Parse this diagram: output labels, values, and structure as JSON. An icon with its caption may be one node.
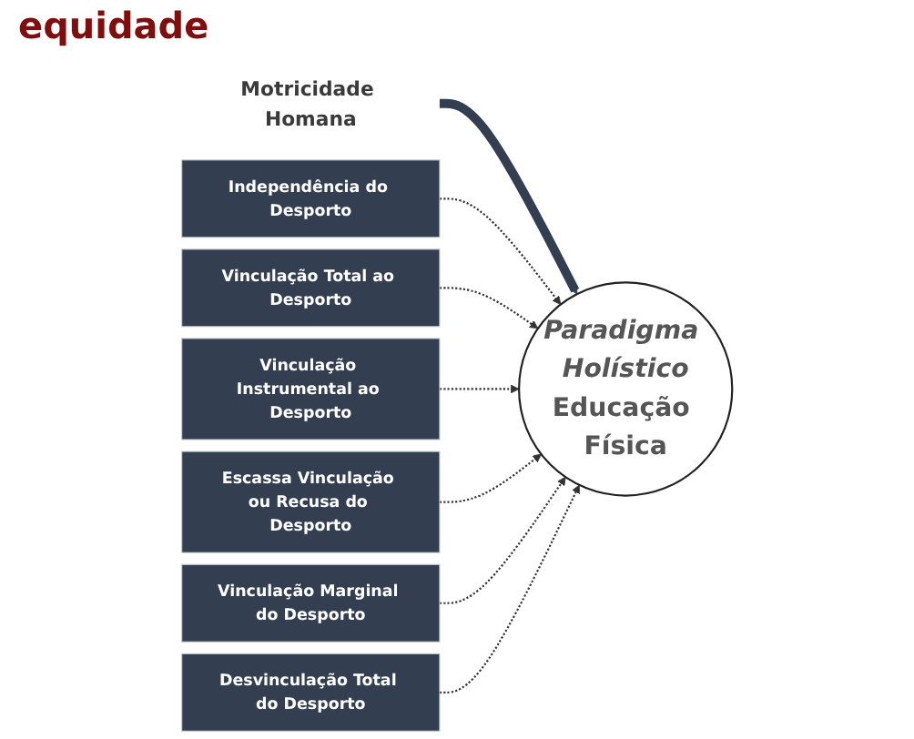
{
  "diagram": {
    "nodes": [
      {
        "text": [
          "Motricidade Homana"
        ]
      },
      {
        "text": [
          "Independência do Desporto"
        ]
      },
      {
        "text": [
          "Vinculação Total ao Desporto"
        ]
      },
      {
        "text": [
          "Vinculação Instrumental ao Desporto"
        ]
      },
      {
        "text": [
          "Escassa Vinculação ou Recusa do Desporto"
        ]
      },
      {
        "text": [
          "Vinculação Marginal do Desporto"
        ]
      },
      {
        "text": [
          "Desvinculação Total do Desporto"
        ]
      },
      {
        "text": [
          "Paradigma Holístico",
          "Educação Física"
        ]
      }
    ],
    "edges": [
      {
        "from": 0,
        "to": 7,
        "arrow": "to",
        "style": "thick",
        "color": "#333f50"
      },
      {
        "from": 1,
        "to": 7,
        "arrow": "to",
        "style": "dashed"
      },
      {
        "from": 2,
        "to": 7,
        "arrow": "to",
        "style": "dashed"
      },
      {
        "from": 3,
        "to": 7,
        "arrow": "to",
        "style": "dashed"
      },
      {
        "from": 4,
        "to": 7,
        "arrow": "to",
        "style": "dashed"
      },
      {
        "from": 5,
        "to": 7,
        "arrow": "to",
        "style": "dashed"
      },
      {
        "from": 6,
        "to": 7,
        "arrow": "to",
        "style": "dashed"
      }
    ],
    "labels": [
      "equidade"
    ]
  }
}
